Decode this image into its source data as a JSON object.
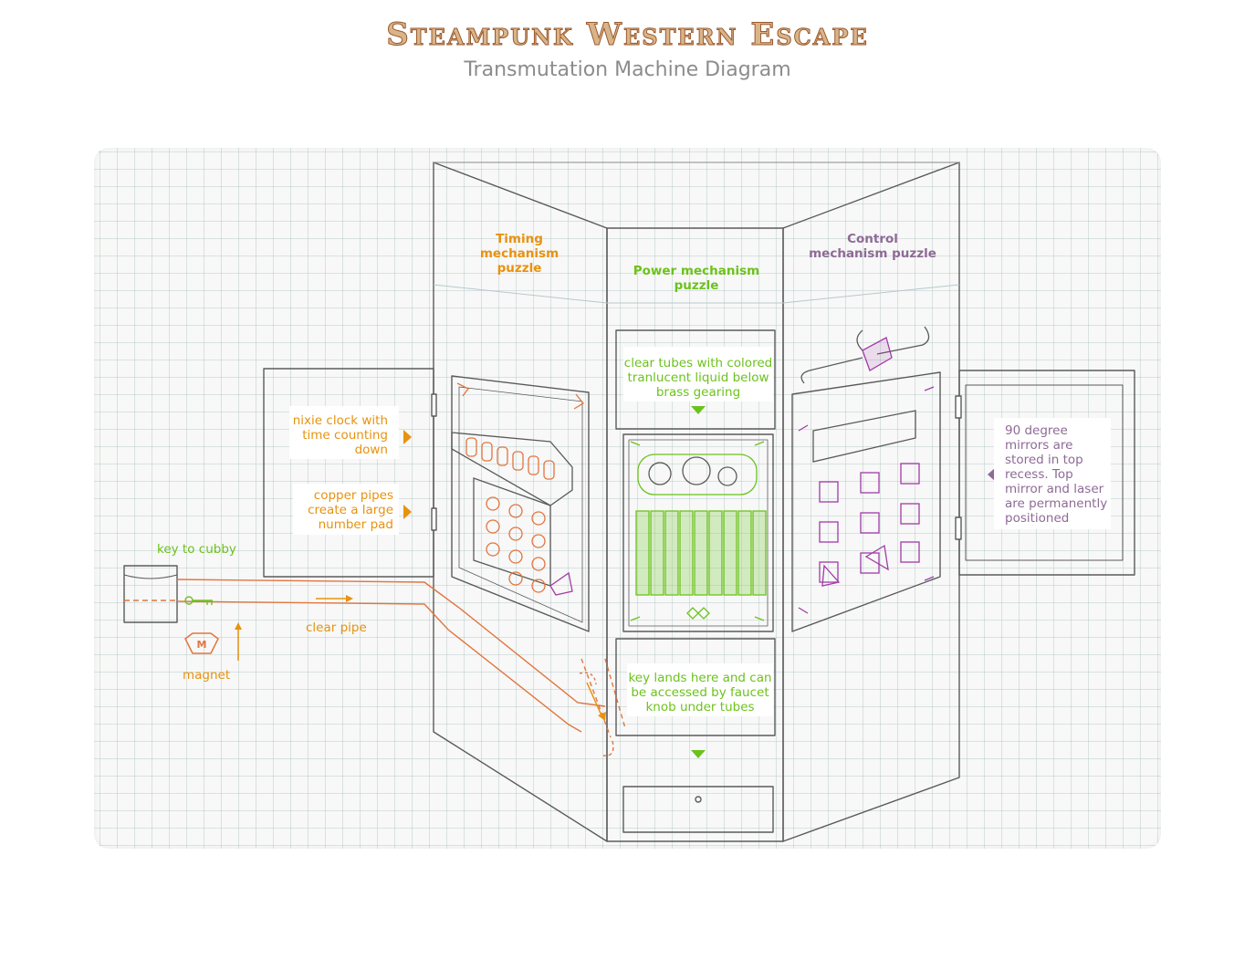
{
  "header": {
    "title": "Steampunk Western Escape",
    "subtitle": "Transmutation Machine Diagram"
  },
  "labels": {
    "timing_heading": "Timing mechanism puzzle",
    "power_heading": "Power mechanism puzzle",
    "control_heading": "Control mechanism puzzle",
    "nixie_clock": "nixie clock with time counting down",
    "copper_pipes": "copper pipes create a large number pad",
    "clear_tubes": "clear tubes with colored tranlucent liquid below brass gearing",
    "key_lands": "key lands here and can be accessed by faucet knob under tubes",
    "mirrors": "90 degree mirrors are stored in top recess. Top mirror and laser are permanently positioned",
    "key_to_cubby": "key to cubby",
    "clear_pipe": "clear pipe",
    "magnet": "magnet",
    "magnet_letter": "M"
  },
  "colors": {
    "timing": "#e8920f",
    "power": "#6cc21d",
    "control": "#8e6a96",
    "pencil": "#5a5a5a",
    "pipe": "#e2753f",
    "magenta": "#a33aa8"
  }
}
